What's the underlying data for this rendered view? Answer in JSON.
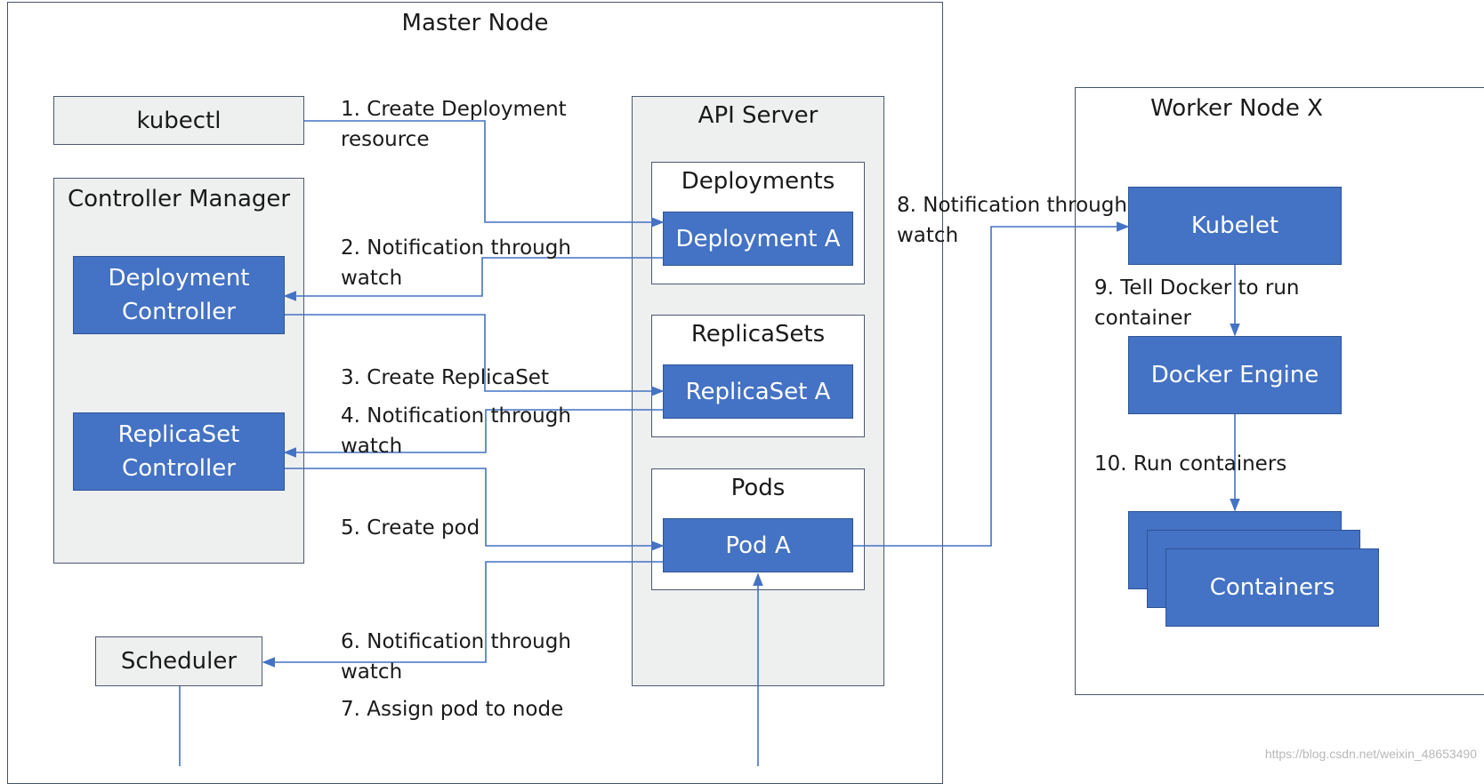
{
  "master_node": {
    "title": "Master Node"
  },
  "kubectl": {
    "label": "kubectl"
  },
  "controller_manager": {
    "title": "Controller Manager",
    "deployment_controller": "Deployment\nController",
    "replicaset_controller": "ReplicaSet\nController"
  },
  "scheduler": {
    "label": "Scheduler"
  },
  "api_server": {
    "title": "API Server",
    "deployments": {
      "title": "Deployments",
      "item": "Deployment A"
    },
    "replicasets": {
      "title": "ReplicaSets",
      "item": "ReplicaSet A"
    },
    "pods": {
      "title": "Pods",
      "item": "Pod A"
    }
  },
  "worker_node": {
    "title": "Worker Node X",
    "kubelet": "Kubelet",
    "docker_engine": "Docker Engine",
    "containers": "Containers"
  },
  "steps": {
    "s1": "1. Create Deployment\nresource",
    "s2": "2. Notification through\nwatch",
    "s3": "3. Create ReplicaSet",
    "s4": "4. Notification through\nwatch",
    "s5": "5. Create pod",
    "s6": "6. Notification through\nwatch",
    "s7": "7. Assign pod to node",
    "s8": "8. Notification through\nwatch",
    "s9": "9. Tell Docker to run\ncontainer",
    "s10": "10. Run containers"
  },
  "watermark": "https://blog.csdn.net/weixin_48653490",
  "colors": {
    "accent": "#4472c4",
    "box_fill": "#eeefef",
    "border": "#44546a"
  }
}
